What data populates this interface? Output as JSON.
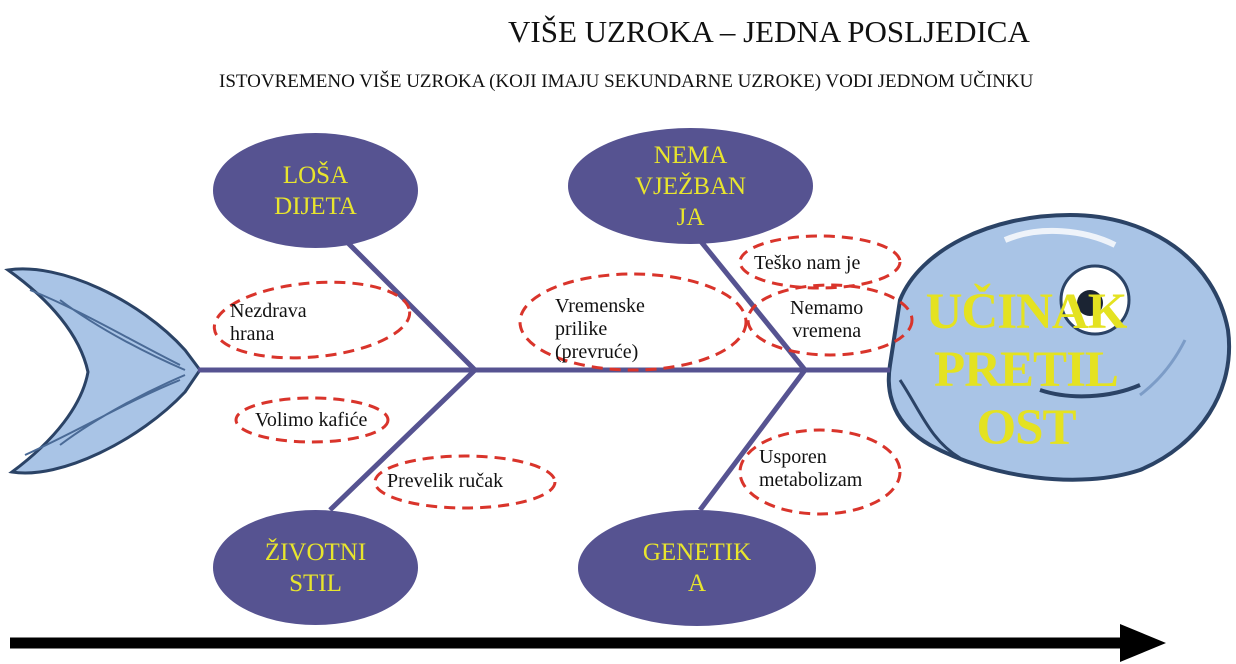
{
  "title": "VIŠE UZROKA – JEDNA POSLJEDICA",
  "subtitle": "ISTOVREMENO VIŠE UZROKA (KOJI IMAJU SEKUNDARNE UZROKE) VODI JEDNOM UČINKU",
  "effect": {
    "label": "UČINAK\nPRETIL\nOST"
  },
  "causes": [
    {
      "label": "LOŠA\nDIJETA"
    },
    {
      "label": "NEMA\nVJEŽBAN\nJA"
    },
    {
      "label": "ŽIVOTNI\nSTIL"
    },
    {
      "label": "GENETIK\nA"
    }
  ],
  "sub_causes": [
    {
      "label": "Nezdrava\nhrana"
    },
    {
      "label": "Volimo kafiće"
    },
    {
      "label": "Prevelik ručak"
    },
    {
      "label": "Vremenske\nprilike\n(prevruće)"
    },
    {
      "label": "Teško nam je"
    },
    {
      "label": "Nemamo\nvremena"
    },
    {
      "label": "Usporen\nmetabolizam"
    }
  ],
  "colors": {
    "bone": "#565391",
    "cause_fill": "#565391",
    "cause_text": "#e8e52d",
    "effect_text": "#e4e221",
    "highlight": "#d9342b",
    "fish": "#a9c4e6",
    "fish_dark": "#2b4366",
    "arrow": "#000000"
  }
}
